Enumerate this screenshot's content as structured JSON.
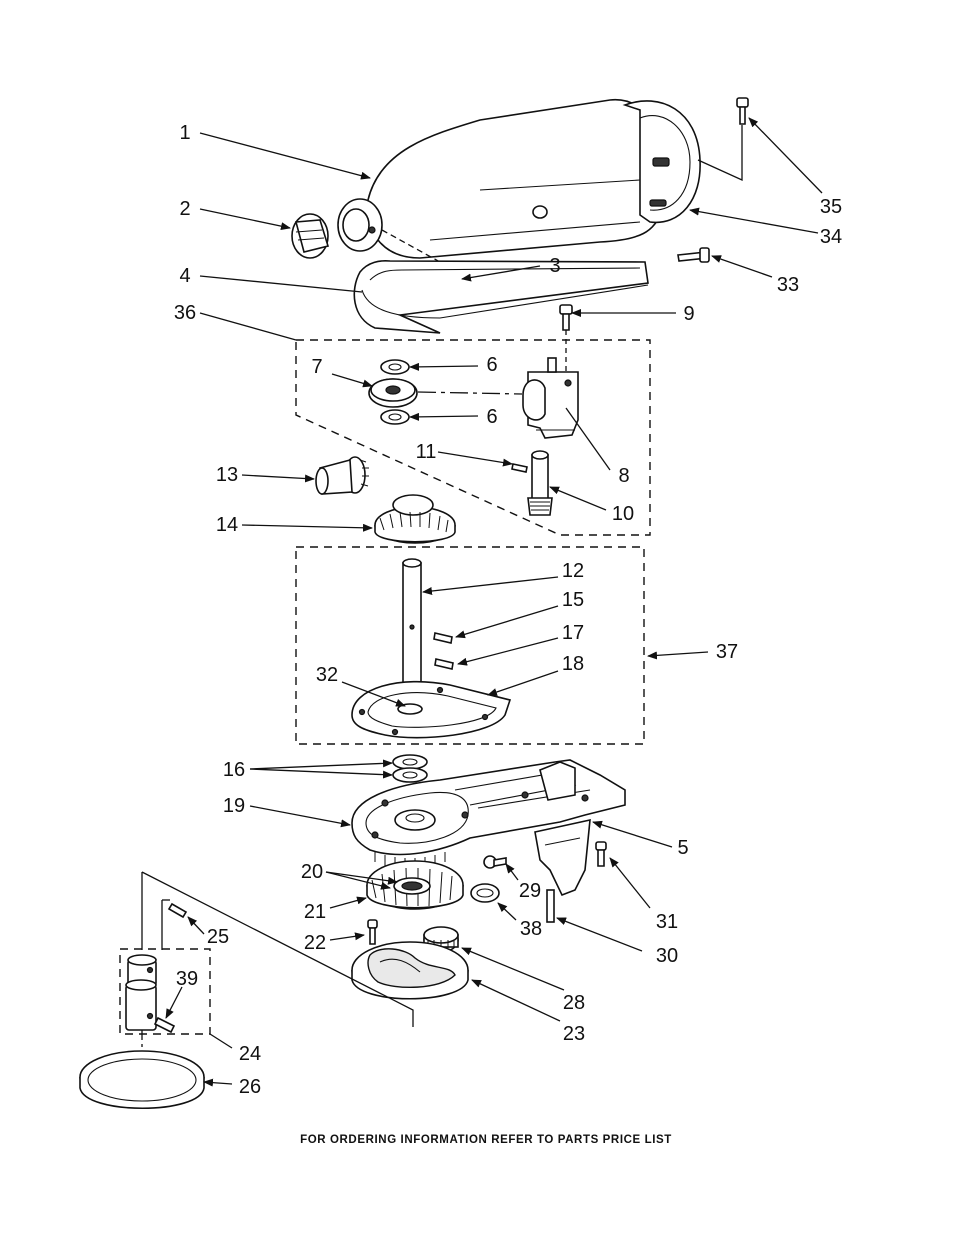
{
  "diagram": {
    "callouts": [
      "1",
      "2",
      "3",
      "4",
      "5",
      "6",
      "6",
      "7",
      "8",
      "9",
      "10",
      "11",
      "12",
      "13",
      "14",
      "15",
      "16",
      "17",
      "18",
      "19",
      "20",
      "21",
      "22",
      "23",
      "24",
      "25",
      "26",
      "28",
      "29",
      "30",
      "31",
      "32",
      "33",
      "34",
      "35",
      "36",
      "37",
      "38",
      "39"
    ],
    "footer": "FOR ORDERING INFORMATION REFER TO PARTS PRICE LIST"
  }
}
